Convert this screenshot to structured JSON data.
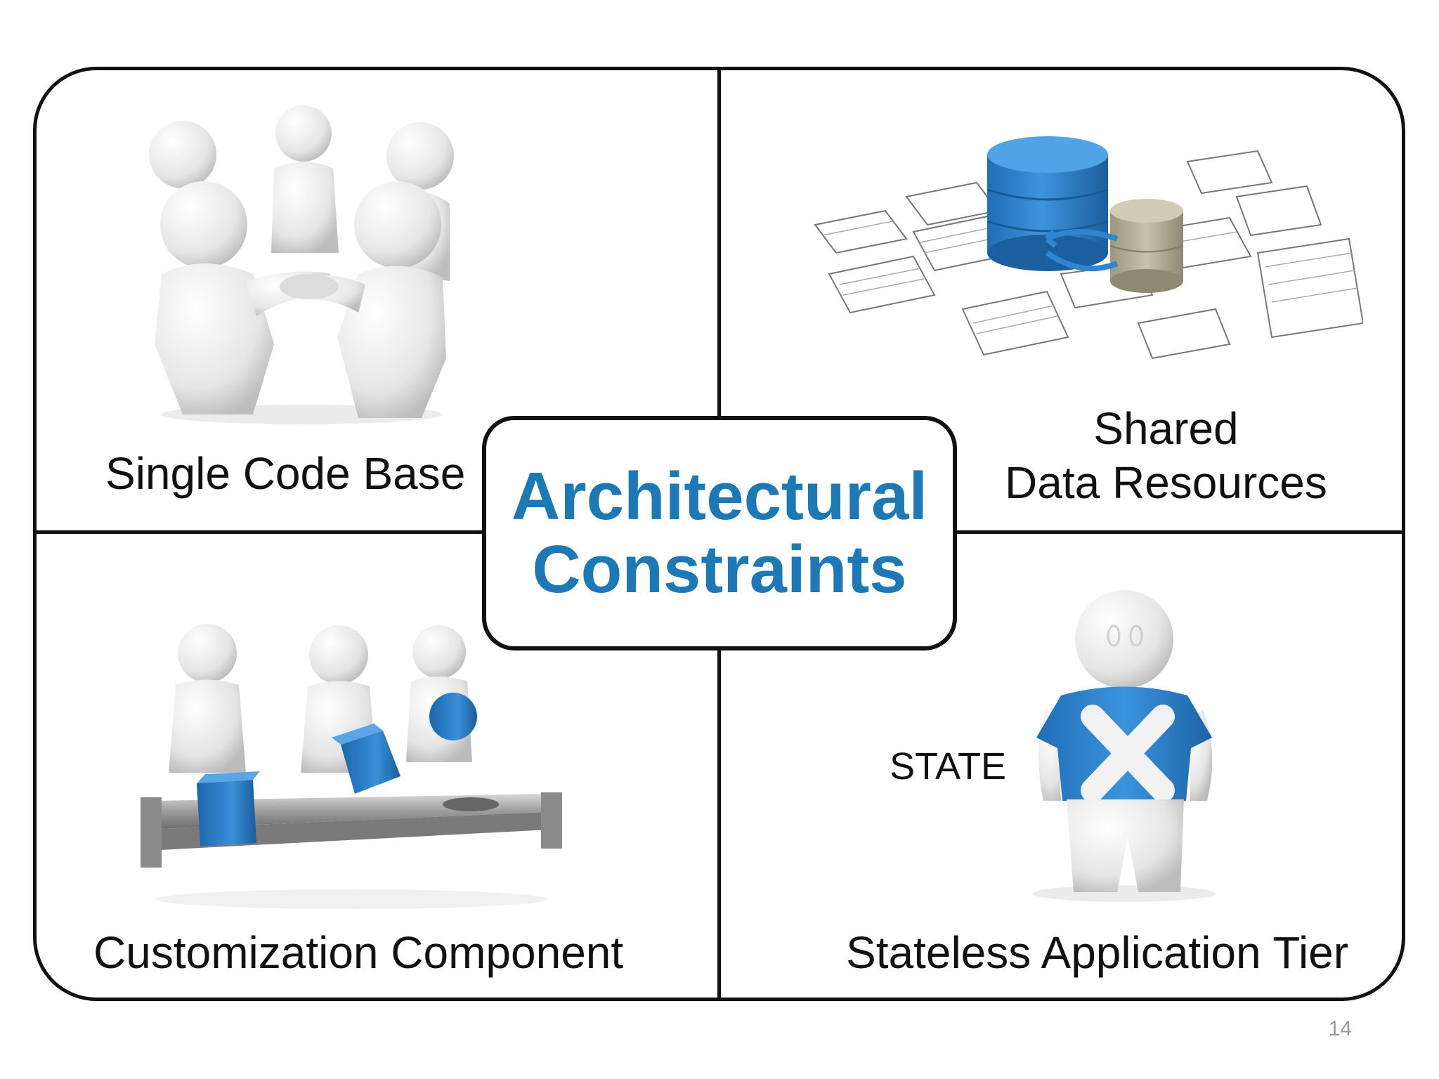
{
  "slide": {
    "title_line1": "Architectural",
    "title_line2": "Constraints",
    "page_number": "14"
  },
  "quadrants": {
    "top_left": {
      "label": "Single Code Base"
    },
    "top_right": {
      "label_line1": "Shared",
      "label_line2": "Data Resources"
    },
    "bottom_left": {
      "label": "Customization Component"
    },
    "bottom_right": {
      "label": "Stateless Application Tier",
      "figure_label": "STATE"
    }
  },
  "colors": {
    "title_blue": "#1e78b4",
    "accent_blue": "#2f86cf",
    "figure_white": "#eeeeee",
    "figure_shadow": "#c8c8c8",
    "outline": "#111111",
    "page_number_gray": "#9a9a9a",
    "secondary_db": "#b9b29a"
  },
  "icons": {
    "top_left": "team-huddle-figures",
    "top_right": "database-schema-diagram",
    "bottom_left": "figures-with-blue-cubes-on-tray",
    "bottom_right": "figure-with-x-shirt"
  }
}
